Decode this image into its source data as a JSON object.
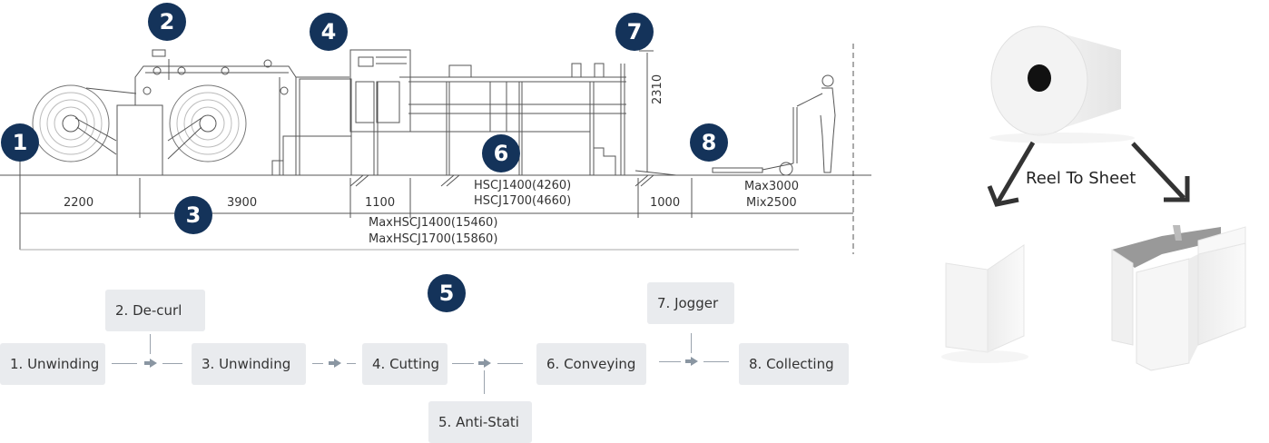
{
  "badges": [
    "1",
    "2",
    "3",
    "4",
    "5",
    "6",
    "7",
    "8"
  ],
  "dimensions": {
    "d1": "2200",
    "d2": "3900",
    "d3": "1100",
    "d4_line1": "HSCJ1400(4260)",
    "d4_line2": "HSCJ1700(4660)",
    "d5": "1000",
    "d6_line1": "Max3000",
    "d6_line2": "Mix2500",
    "total_line1": "MaxHSCJ1400(15460)",
    "total_line2": "MaxHSCJ1700(15860)",
    "height": "2310"
  },
  "process_steps": {
    "s1": "1. Unwinding",
    "s2": "2. De-curl",
    "s3": "3. Unwinding",
    "s4": "4. Cutting",
    "s5": "5. Anti-Stati",
    "s6": "6. Conveying",
    "s7": "7. Jogger",
    "s8": "8. Collecting"
  },
  "product_illustration": {
    "caption": "Reel To Sheet"
  },
  "colors": {
    "badge": "#14335a",
    "step_bg": "#e9ebee",
    "connector": "#9aa3ad"
  }
}
